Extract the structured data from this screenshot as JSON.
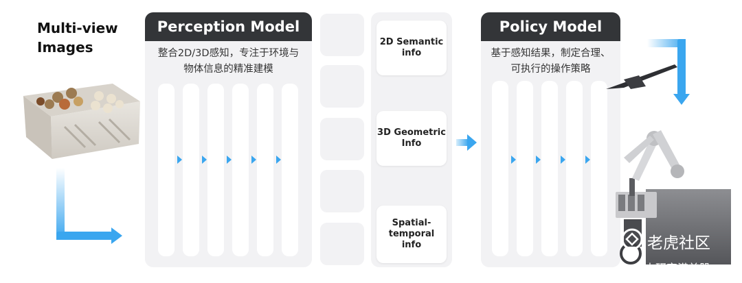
{
  "left_title_line1": "Multi-view",
  "left_title_line2": "Images",
  "perception": {
    "header": "Perception Model",
    "desc_line1": "整合2D/3D感知，专注于环境与",
    "desc_line2": "物体信息的精准建模"
  },
  "info_boxes": [
    "2D Semantic info",
    "3D Geometric Info",
    "Spatial-temporal info"
  ],
  "info_box_lines": [
    [
      "2D Semantic",
      "info"
    ],
    [
      "3D Geometric",
      "Info"
    ],
    [
      "Spatial-",
      "temporal",
      "info"
    ]
  ],
  "policy": {
    "header": "Policy Model",
    "desc_line1": "基于感知结果，制定合理、",
    "desc_line2": "可执行的操作策略"
  },
  "watermark": {
    "line1": "老虎社区",
    "line2": "@舟木研究港美股"
  },
  "colors": {
    "accent": "#3aa6ef",
    "header_bg": "#333538",
    "panel_bg": "#f2f2f4"
  }
}
